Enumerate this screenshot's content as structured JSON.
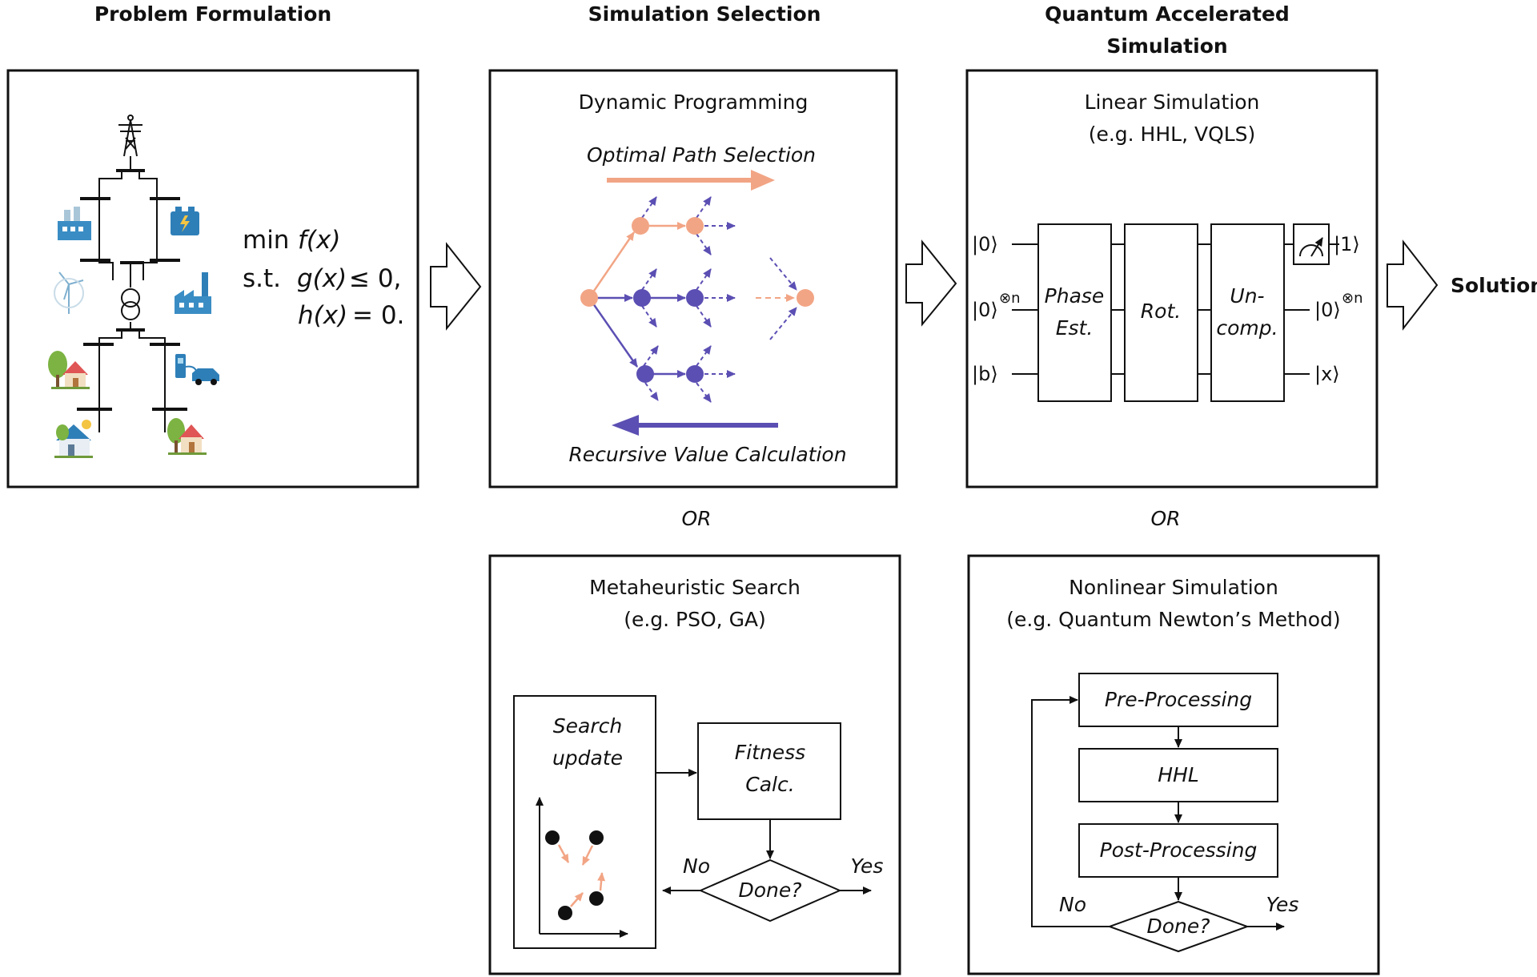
{
  "colors": {
    "salmon": "#f2a585",
    "purple": "#5b4fb3",
    "ink": "#111111"
  },
  "headers": {
    "problem": "Problem Formulation",
    "selection": "Simulation Selection",
    "quantum_line1": "Quantum Accelerated",
    "quantum_line2": "Simulation"
  },
  "problem": {
    "min_label": "min",
    "objective": "f(x)",
    "st_label": "s.t.",
    "ineq": "g(x)",
    "ineq_rhs": "≤ 0,",
    "eq": "h(x)",
    "eq_rhs": "= 0.",
    "icons": [
      "transmission-tower-icon",
      "power-plant-icon",
      "battery-storage-icon",
      "wind-turbine-icon",
      "factory-icon",
      "transformer-icon",
      "house-icon",
      "ev-charger-icon",
      "solar-house-icon"
    ]
  },
  "dp": {
    "title": "Dynamic Programming",
    "forward_label": "Optimal Path Selection",
    "backward_label": "Recursive Value Calculation"
  },
  "or_label": "OR",
  "meta": {
    "title": "Metaheuristic Search",
    "subtitle": "(e.g. PSO, GA)",
    "search_line1": "Search",
    "search_line2": "update",
    "fitness_line1": "Fitness",
    "fitness_line2": "Calc.",
    "done": "Done?",
    "no": "No",
    "yes": "Yes"
  },
  "linear": {
    "title": "Linear Simulation",
    "subtitle": "(e.g. HHL, VQLS)",
    "in_top": "|0⟩",
    "in_mid": "|0⟩",
    "in_mid_sup": "⊗n",
    "in_bot": "|b⟩",
    "out_top": "|1⟩",
    "out_mid": "|0⟩",
    "out_mid_sup": "⊗n",
    "out_bot": "|x⟩",
    "phase_line1": "Phase",
    "phase_line2": "Est.",
    "rot": "Rot.",
    "uncomp_line1": "Un-",
    "uncomp_line2": "comp."
  },
  "nonlinear": {
    "title": "Nonlinear Simulation",
    "subtitle": "(e.g. Quantum Newton’s Method)",
    "pre": "Pre-Processing",
    "hhl": "HHL",
    "post": "Post-Processing",
    "done": "Done?",
    "no": "No",
    "yes": "Yes"
  },
  "solution": "Solution"
}
